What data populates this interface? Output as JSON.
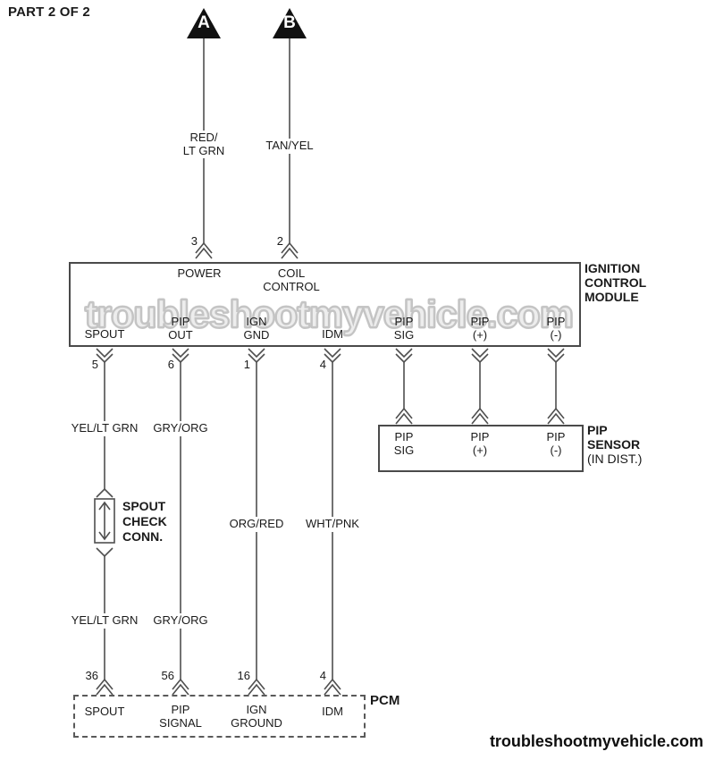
{
  "page": {
    "part_label": "PART 2 OF 2",
    "watermark": "troubleshootmyvehicle.com",
    "brand": "troubleshootmyvehicle.com"
  },
  "colors": {
    "wire_stroke": "#4f4f4f",
    "triangle_fill": "#111111",
    "watermark_outline": "#c4c4c4"
  },
  "top_connectors": [
    {
      "letter": "A",
      "pin": "3",
      "wire_lines": [
        "RED/",
        "LT GRN"
      ]
    },
    {
      "letter": "B",
      "pin": "2",
      "wire_lines": [
        "TAN/YEL"
      ]
    }
  ],
  "module": {
    "name_lines": [
      "IGNITION",
      "CONTROL",
      "MODULE"
    ],
    "top_pins": [
      {
        "pin": "3",
        "label_lines": [
          "POWER"
        ]
      },
      {
        "pin": "2",
        "label_lines": [
          "COIL",
          "CONTROL"
        ]
      }
    ],
    "bottom_pins": [
      {
        "number": "5",
        "label_lines": [
          "SPOUT"
        ]
      },
      {
        "number": "6",
        "label_lines": [
          "PIP",
          "OUT"
        ]
      },
      {
        "number": "1",
        "label_lines": [
          "IGN",
          "GND"
        ]
      },
      {
        "number": "4",
        "label_lines": [
          "IDM"
        ]
      },
      {
        "label_lines": [
          "PIP",
          "SIG"
        ]
      },
      {
        "label_lines": [
          "PIP",
          "(+)"
        ]
      },
      {
        "label_lines": [
          "PIP",
          "(-)"
        ]
      }
    ]
  },
  "circuits": [
    {
      "module_pin": "5",
      "upper_color": "YEL/LT GRN",
      "lower_color": "YEL/LT GRN",
      "pcm_pin": "36",
      "pcm_label_lines": [
        "SPOUT"
      ]
    },
    {
      "module_pin": "6",
      "upper_color": "GRY/ORG",
      "lower_color": "GRY/ORG",
      "pcm_pin": "56",
      "pcm_label_lines": [
        "PIP",
        "SIGNAL"
      ]
    },
    {
      "module_pin": "1",
      "mid_color": "ORG/RED",
      "pcm_pin": "16",
      "pcm_label_lines": [
        "IGN",
        "GROUND"
      ]
    },
    {
      "module_pin": "4",
      "mid_color": "WHT/PNK",
      "pcm_pin": "4",
      "pcm_label_lines": [
        "IDM"
      ]
    }
  ],
  "spout_check": {
    "label_lines": [
      "SPOUT",
      "CHECK",
      "CONN."
    ]
  },
  "pip_sensor": {
    "name_lines": [
      "PIP",
      "SENSOR",
      "(IN DIST.)"
    ],
    "pins": [
      {
        "label_lines": [
          "PIP",
          "SIG"
        ]
      },
      {
        "label_lines": [
          "PIP",
          "(+)"
        ]
      },
      {
        "label_lines": [
          "PIP",
          "(-)"
        ]
      }
    ]
  },
  "pcm": {
    "name": "PCM"
  }
}
